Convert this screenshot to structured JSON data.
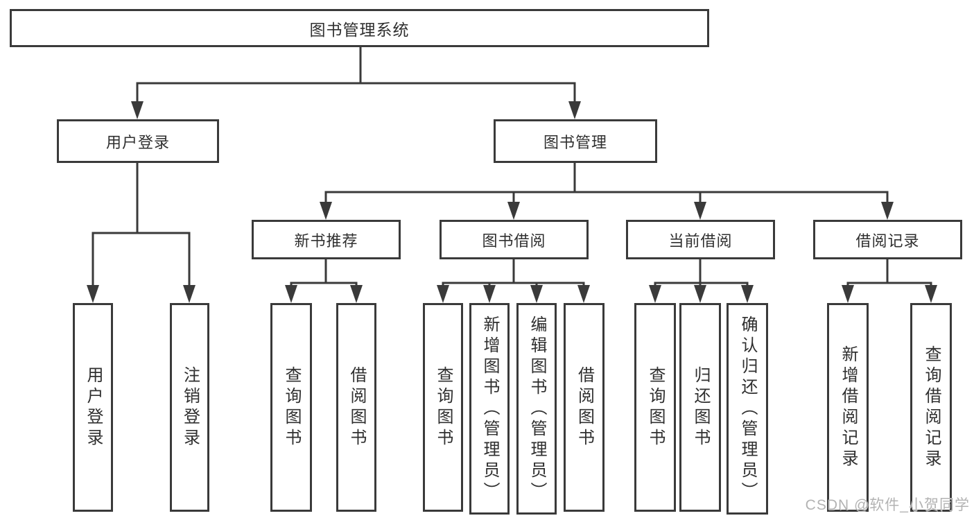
{
  "diagram": {
    "title": "图书管理系统",
    "level2": {
      "user_login": "用户登录",
      "book_mgmt": "图书管理"
    },
    "level3": {
      "new_book_rec": "新书推荐",
      "book_borrow": "图书借阅",
      "current_borrow": "当前借阅",
      "borrow_records": "借阅记录"
    },
    "leaves": {
      "user_login": "用户登录",
      "logout": "注销登录",
      "nbr_query_books": "查询图书",
      "nbr_borrow_books": "借阅图书",
      "bb_query_books": "查询图书",
      "bb_add_books_admin": "新增图书（管理员）",
      "bb_edit_books_admin": "编辑图书（管理员）",
      "bb_borrow_books": "借阅图书",
      "cb_query_books": "查询图书",
      "cb_return_books": "归还图书",
      "cb_confirm_return_admin": "确认归还（管理员）",
      "br_add_record": "新增借阅记录",
      "br_query_record": "查询借阅记录"
    },
    "watermark": "CSDN @软件_小贺同学",
    "colors": {
      "line": "#3a3a3a",
      "text": "#2f2f2f",
      "watermark": "#b3b3b3",
      "background": "#ffffff"
    }
  }
}
